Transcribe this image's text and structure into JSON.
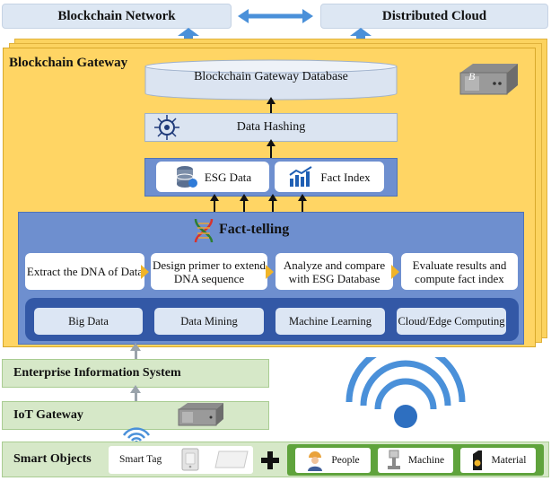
{
  "top": {
    "left_label": "Blockchain Network",
    "right_label": "Distributed Cloud"
  },
  "gateway": {
    "title": "Blockchain Gateway",
    "device_letter": "B",
    "database_label": "Blockchain Gateway Database",
    "hashing_label": "Data Hashing",
    "esg_label": "ESG Data",
    "fact_index_label": "Fact Index"
  },
  "fact_telling": {
    "title": "Fact-telling",
    "steps": [
      "Extract the DNA of Data",
      "Design primer to extend DNA sequence",
      "Analyze and compare with ESG Database",
      "Evaluate results and compute fact index"
    ],
    "technologies": [
      "Big Data",
      "Data Mining",
      "Machine Learning",
      "Cloud/Edge Computing"
    ]
  },
  "layers": {
    "enterprise": "Enterprise Information System",
    "iot": "IoT Gateway",
    "smart_objects": "Smart Objects"
  },
  "smart_objects": {
    "tag_label": "Smart Tag",
    "entities": [
      "People",
      "Machine",
      "Material"
    ]
  },
  "colors": {
    "gateway_yellow": "#ffd564",
    "fact_panel": "#6e8fcf",
    "inner_bar": "#3358a6",
    "green_layer": "#d6e8c8",
    "entity_green": "#5fa33c",
    "arrow_blue": "#4a90d9"
  }
}
